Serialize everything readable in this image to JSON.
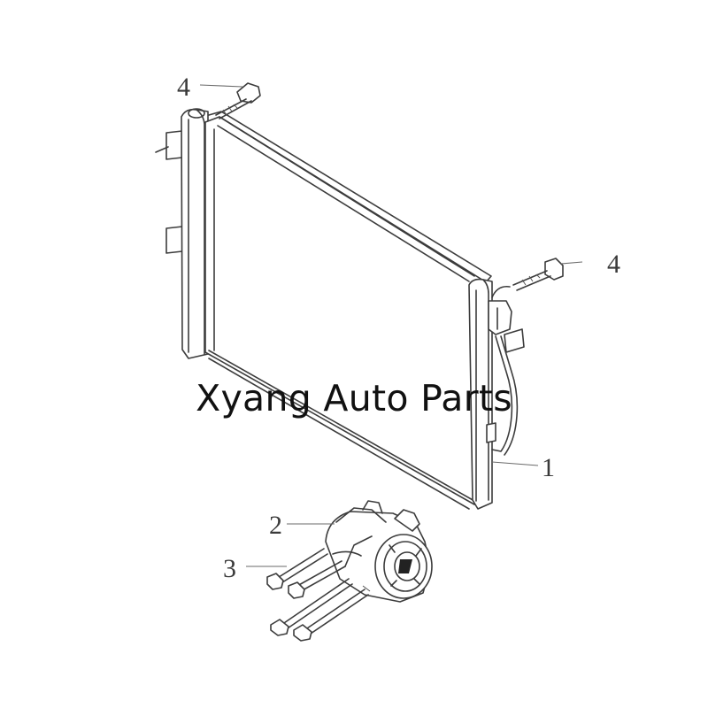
{
  "diagram": {
    "watermark": "Xyang Auto Parts",
    "callouts": {
      "condenser": "1",
      "compressor": "2",
      "compressor_bolts": "3",
      "bolt_top_left": "4",
      "bolt_right": "4"
    }
  }
}
